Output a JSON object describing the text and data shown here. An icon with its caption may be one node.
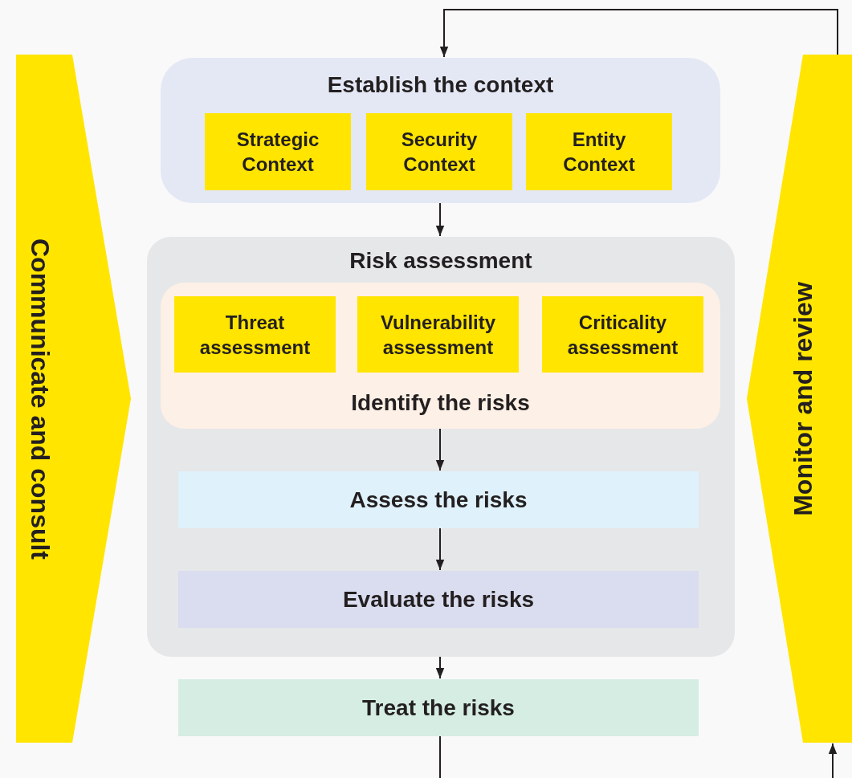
{
  "diagram": {
    "nodes": [
      {
        "text": [
          "Communicate and consult"
        ]
      },
      {
        "text": [
          "Establish the context"
        ]
      },
      {
        "text": [
          "Strategic Context"
        ],
        "in": 1
      },
      {
        "text": [
          "Security Context"
        ],
        "in": 1
      },
      {
        "text": [
          "Entity Context"
        ],
        "in": 1
      },
      {
        "text": [
          "Risk assessment"
        ]
      },
      {
        "text": [
          "Identify the risks"
        ],
        "in": 5
      },
      {
        "text": [
          "Threat assessment"
        ],
        "in": 6
      },
      {
        "text": [
          "Vulnerability assessment"
        ],
        "in": 6
      },
      {
        "text": [
          "Criticality assessment"
        ],
        "in": 6
      },
      {
        "text": [
          "Assess the risks"
        ],
        "in": 5
      },
      {
        "text": [
          "Evaluate the risks"
        ],
        "in": 5
      },
      {
        "text": [
          "Treat the risks"
        ]
      },
      {
        "text": [
          "Monitor and review"
        ]
      }
    ],
    "edges": [
      {
        "from": 13,
        "to": 1,
        "arrow": "to"
      },
      {
        "from": 1,
        "to": 5,
        "arrow": "to"
      },
      {
        "from": 6,
        "to": 10,
        "arrow": "to"
      },
      {
        "from": 10,
        "to": 11,
        "arrow": "to"
      },
      {
        "from": 5,
        "to": 12,
        "arrow": "to"
      },
      {
        "from": 12,
        "to": null,
        "arrow": "none"
      },
      {
        "from": null,
        "to": 13,
        "arrow": "to"
      }
    ]
  }
}
